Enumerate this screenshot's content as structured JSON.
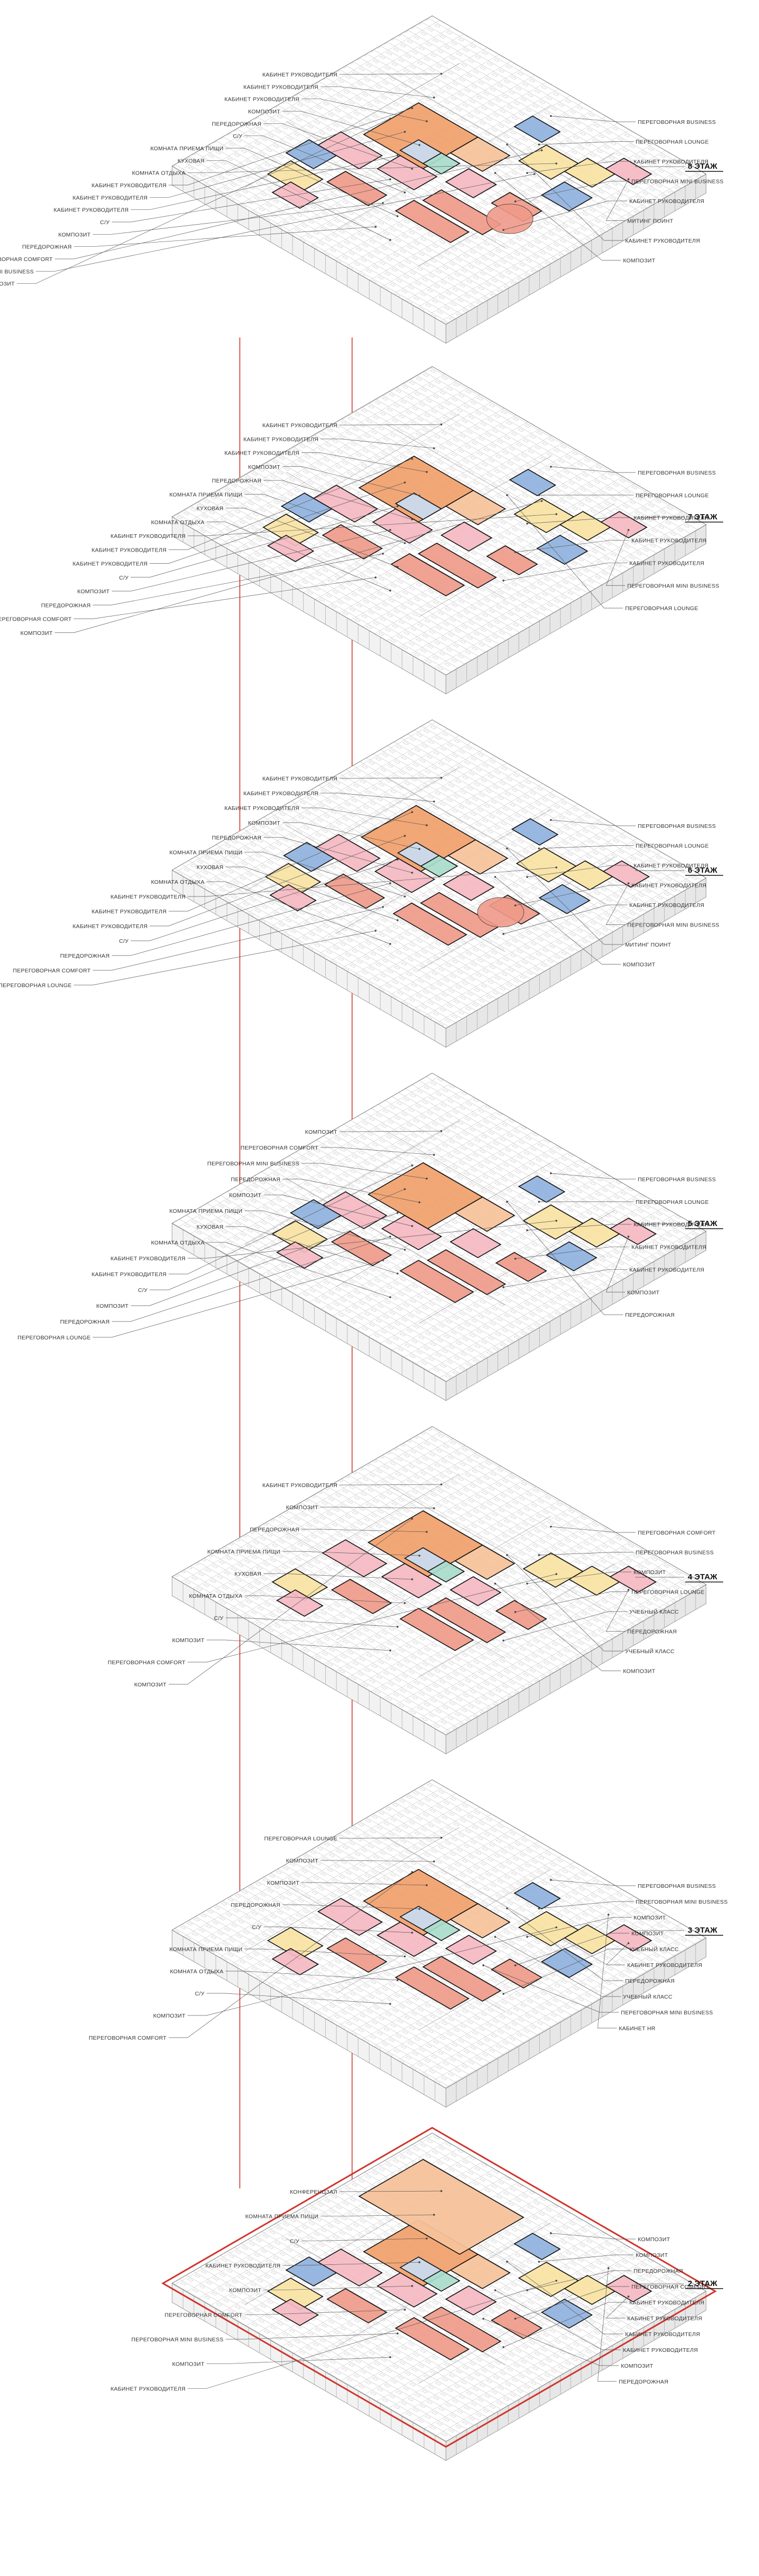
{
  "colors": {
    "orange": "#f1a06a",
    "orange_light": "#f6c29a",
    "pink": "#f5b8c2",
    "salmon": "#ef9a8a",
    "yellow": "#f8e3a3",
    "blue": "#8fb2de",
    "blue_light": "#c9dcf1",
    "teal": "#a9dccb",
    "grid_line": "#9a9a9a",
    "wall": "#111111",
    "accent_red": "#d0342c"
  },
  "floors": [
    {
      "title": "8 ЭТАЖ",
      "left_labels": [
        "КАБИНЕТ РУКОВОДИТЕЛЯ",
        "КАБИНЕТ РУКОВОДИТЕЛЯ",
        "КАБИНЕТ РУКОВОДИТЕЛЯ",
        "КОМПОЗИТ",
        "ПЕРЕДОРОЖНАЯ",
        "С/У",
        "КОМНАТА ПРИЕМА ПИЩИ",
        "КУХОВАЯ",
        "КОМНАТА ОТДЫХА",
        "КАБИНЕТ РУКОВОДИТЕЛЯ",
        "КАБИНЕТ РУКОВОДИТЕЛЯ",
        "КАБИНЕТ РУКОВОДИТЕЛЯ",
        "С/У",
        "КОМПОЗИТ",
        "ПЕРЕДОРОЖНАЯ",
        "ПЕРЕГОВОРНАЯ COMFORT",
        "ПЕРЕГОВОРНАЯ MINI BUSINESS",
        "КОМПОЗИТ"
      ],
      "right_labels": [
        "ПЕРЕГОВОРНАЯ BUSINESS",
        "ПЕРЕГОВОРНАЯ LOUNGE",
        "КАБИНЕТ РУКОВОДИТЕЛЯ",
        "ПЕРЕГОВОРНАЯ MINI BUSINESS",
        "КАБИНЕТ РУКОВОДИТЕЛЯ",
        "МИТИНГ ПОИНТ",
        "КАБИНЕТ РУКОВОДИТЕЛЯ",
        "КОМПОЗИТ"
      ]
    },
    {
      "title": "7 ЭТАЖ",
      "left_labels": [
        "КАБИНЕТ РУКОВОДИТЕЛЯ",
        "КАБИНЕТ РУКОВОДИТЕЛЯ",
        "КАБИНЕТ РУКОВОДИТЕЛЯ",
        "КОМПОЗИТ",
        "ПЕРЕДОРОЖНАЯ",
        "КОМНАТА ПРИЕМА ПИЩИ",
        "КУХОВАЯ",
        "КОМНАТА ОТДЫХА",
        "КАБИНЕТ РУКОВОДИТЕЛЯ",
        "КАБИНЕТ РУКОВОДИТЕЛЯ",
        "КАБИНЕТ РУКОВОДИТЕЛЯ",
        "С/У",
        "КОМПОЗИТ",
        "ПЕРЕДОРОЖНАЯ",
        "ПЕРЕГОВОРНАЯ COMFORT",
        "КОМПОЗИТ"
      ],
      "right_labels": [
        "ПЕРЕГОВОРНАЯ BUSINESS",
        "ПЕРЕГОВОРНАЯ LOUNGE",
        "КАБИНЕТ РУКОВОДИТЕЛЯ",
        "КАБИНЕТ РУКОВОДИТЕЛЯ",
        "КАБИНЕТ РУКОВОДИТЕЛЯ",
        "ПЕРЕГОВОРНАЯ MINI BUSINESS",
        "ПЕРЕГОВОРНАЯ LOUNGE"
      ]
    },
    {
      "title": "6 ЭТАЖ",
      "left_labels": [
        "КАБИНЕТ РУКОВОДИТЕЛЯ",
        "КАБИНЕТ РУКОВОДИТЕЛЯ",
        "КАБИНЕТ РУКОВОДИТЕЛЯ",
        "КОМПОЗИТ",
        "ПЕРЕДОРОЖНАЯ",
        "КОМНАТА ПРИЕМА ПИЩИ",
        "КУХОВАЯ",
        "КОМНАТА ОТДЫХА",
        "КАБИНЕТ РУКОВОДИТЕЛЯ",
        "КАБИНЕТ РУКОВОДИТЕЛЯ",
        "КАБИНЕТ РУКОВОДИТЕЛЯ",
        "С/У",
        "ПЕРЕДОРОЖНАЯ",
        "ПЕРЕГОВОРНАЯ COMFORT",
        "ПЕРЕГОВОРНАЯ LOUNGE"
      ],
      "right_labels": [
        "ПЕРЕГОВОРНАЯ BUSINESS",
        "ПЕРЕГОВОРНАЯ LOUNGE",
        "КАБИНЕТ РУКОВОДИТЕЛЯ",
        "КАБИНЕТ РУКОВОДИТЕЛЯ",
        "КАБИНЕТ РУКОВОДИТЕЛЯ",
        "ПЕРЕГОВОРНАЯ MINI BUSINESS",
        "МИТИНГ ПОИНТ",
        "КОМПОЗИТ"
      ]
    },
    {
      "title": "5 ЭТАЖ",
      "left_labels": [
        "КОМПОЗИТ",
        "ПЕРЕГОВОРНАЯ COMFORT",
        "ПЕРЕГОВОРНАЯ MINI BUSINESS",
        "ПЕРЕДОРОЖНАЯ",
        "КОМПОЗИТ",
        "КОМНАТА ПРИЕМА ПИЩИ",
        "КУХОВАЯ",
        "КОМНАТА ОТДЫХА",
        "КАБИНЕТ РУКОВОДИТЕЛЯ",
        "КАБИНЕТ РУКОВОДИТЕЛЯ",
        "С/У",
        "КОМПОЗИТ",
        "ПЕРЕДОРОЖНАЯ",
        "ПЕРЕГОВОРНАЯ LOUNGE"
      ],
      "right_labels": [
        "ПЕРЕГОВОРНАЯ BUSINESS",
        "ПЕРЕГОВОРНАЯ LOUNGE",
        "КАБИНЕТ РУКОВОДИТЕЛЯ",
        "КАБИНЕТ РУКОВОДИТЕЛЯ",
        "КАБИНЕТ РУКОВОДИТЕЛЯ",
        "КОМПОЗИТ",
        "ПЕРЕДОРОЖНАЯ"
      ]
    },
    {
      "title": "4 ЭТАЖ",
      "left_labels": [
        "КАБИНЕТ РУКОВОДИТЕЛЯ",
        "КОМПОЗИТ",
        "ПЕРЕДОРОЖНАЯ",
        "КОМНАТА ПРИЕМА ПИЩИ",
        "КУХОВАЯ",
        "КОМНАТА ОТДЫХА",
        "С/У",
        "КОМПОЗИТ",
        "ПЕРЕГОВОРНАЯ COMFORT",
        "КОМПОЗИТ"
      ],
      "right_labels": [
        "ПЕРЕГОВОРНАЯ COMFORT",
        "ПЕРЕГОВОРНАЯ BUSINESS",
        "КОМПОЗИТ",
        "ПЕРЕГОВОРНАЯ LOUNGE",
        "УЧЕБНЫЙ КЛАСС",
        "ПЕРЕДОРОЖНАЯ",
        "УЧЕБНЫЙ КЛАСС",
        "КОМПОЗИТ"
      ]
    },
    {
      "title": "3 ЭТАЖ",
      "left_labels": [
        "ПЕРЕГОВОРНАЯ LOUNGE",
        "КОМПОЗИТ",
        "КОМПОЗИТ",
        "ПЕРЕДОРОЖНАЯ",
        "С/У",
        "КОМНАТА ПРИЕМА ПИЩИ",
        "КОМНАТА ОТДЫХА",
        "С/У",
        "КОМПОЗИТ",
        "ПЕРЕГОВОРНАЯ COMFORT"
      ],
      "right_labels": [
        "ПЕРЕГОВОРНАЯ BUSINESS",
        "ПЕРЕГОВОРНАЯ MINI BUSINESS",
        "КОМПОЗИТ",
        "КОМПОЗИТ",
        "УЧЕБНЫЙ КЛАСС",
        "КАБИНЕТ РУКОВОДИТЕЛЯ",
        "ПЕРЕДОРОЖНАЯ",
        "УЧЕБНЫЙ КЛАСС",
        "ПЕРЕГОВОРНАЯ MINI BUSINESS",
        "КАБИНЕТ HR"
      ]
    },
    {
      "title": "2 ЭТАЖ",
      "left_labels": [
        "КОНФЕРЕНЦЗАЛ",
        "КОМНАТА ПРИЕМА ПИЩИ",
        "С/У",
        "КАБИНЕТ РУКОВОДИТЕЛЯ",
        "КОМПОЗИТ",
        "ПЕРЕГОВОРНАЯ COMFORT",
        "ПЕРЕГОВОРНАЯ MINI BUSINESS",
        "КОМПОЗИТ",
        "КАБИНЕТ РУКОВОДИТЕЛЯ"
      ],
      "right_labels": [
        "КОМПОЗИТ",
        "КОМПОЗИТ",
        "ПЕРЕДОРОЖНАЯ",
        "ПЕРЕГОВОРНАЯ COMFORT",
        "КАБИНЕТ РУКОВОДИТЕЛЯ",
        "КАБИНЕТ РУКОВОДИТЕЛЯ",
        "КАБИНЕТ РУКОВОДИТЕЛЯ",
        "КАБИНЕТ РУКОВОДИТЕЛЯ",
        "КОМПОЗИТ",
        "ПЕРЕДОРОЖНАЯ"
      ]
    }
  ]
}
